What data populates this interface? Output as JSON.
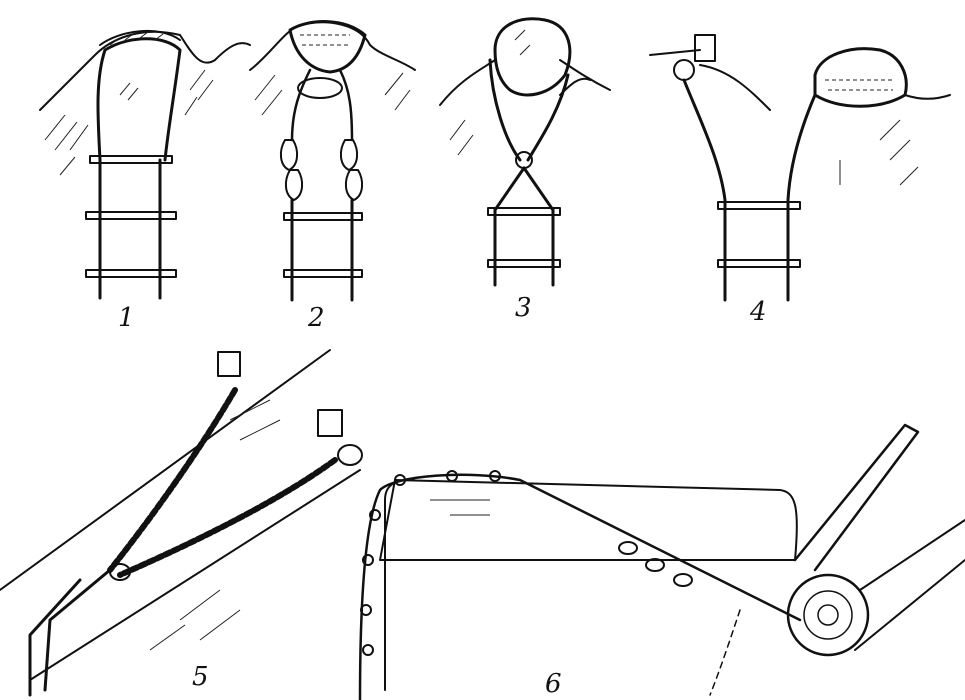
{
  "figure": {
    "panels": [
      {
        "id": "p1",
        "label": "1"
      },
      {
        "id": "p2",
        "label": "2"
      },
      {
        "id": "p3",
        "label": "3"
      },
      {
        "id": "p4",
        "label": "4"
      },
      {
        "id": "p5",
        "label": "5"
      },
      {
        "id": "p6",
        "label": "6"
      }
    ]
  },
  "colors": {
    "ink": "#111111",
    "paper": "#ffffff"
  }
}
